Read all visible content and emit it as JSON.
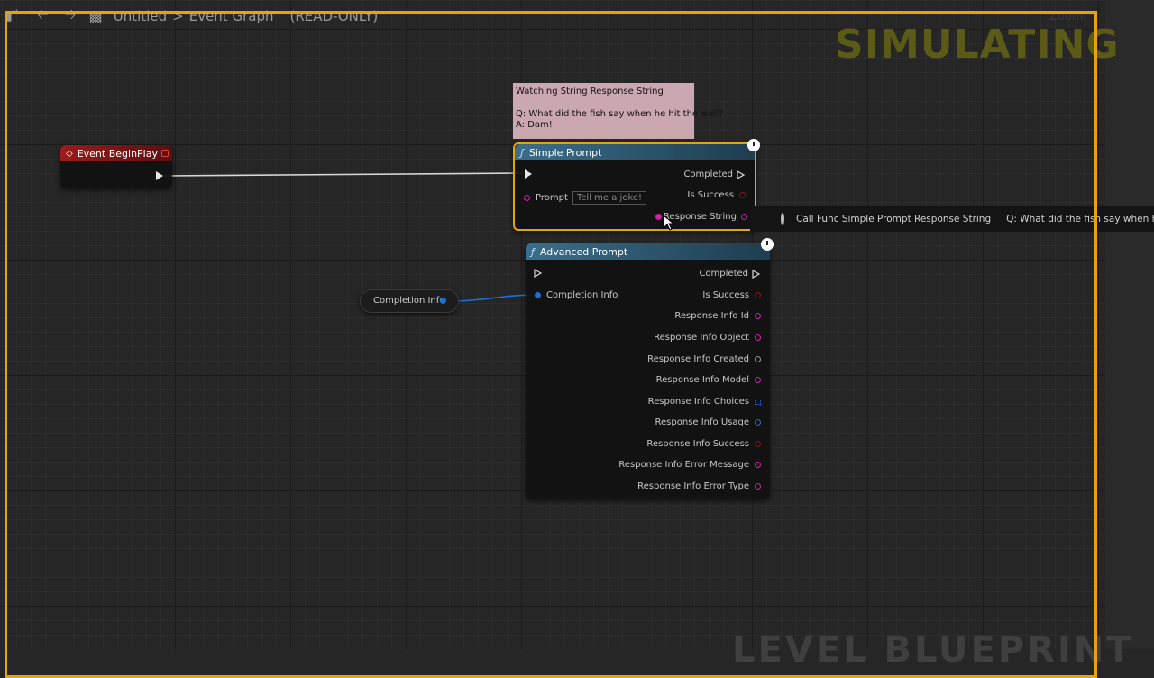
{
  "topbar": {
    "breadcrumb_root": "Untitled",
    "breadcrumb_separator": ">",
    "breadcrumb_graph": "Event Graph",
    "mode": "(READ-ONLY)"
  },
  "overlay": {
    "simulating": "SIMULATING",
    "zoom": "Zoom",
    "level_blueprint": "LEVEL BLUEPRINT"
  },
  "watch": {
    "title": "Watching String Response String",
    "question": "Q: What did the fish say when he hit the wall?",
    "answer": "A: Dam!"
  },
  "event_node": {
    "title": "Event BeginPlay"
  },
  "simple_prompt": {
    "title": "Simple Prompt",
    "outputs": [
      "Completed",
      "Is Success",
      "Response String"
    ],
    "input_label": "Prompt",
    "input_value": "Tell me a joke!"
  },
  "tooltip": {
    "label": "Call Func Simple Prompt Response String",
    "value": "Q: What did the fish say when he"
  },
  "advanced_prompt": {
    "title": "Advanced Prompt",
    "input_label": "Completion Info",
    "outputs": [
      "Completed",
      "Is Success",
      "Response Info Id",
      "Response Info Object",
      "Response Info Created",
      "Response Info Model",
      "Response Info Choices",
      "Response Info Usage",
      "Response Info Success",
      "Response Info Error Message",
      "Response Info Error Type"
    ]
  },
  "completion_var": {
    "label": "Completion Info"
  },
  "colors": {
    "sim_border": "#e8a20c",
    "event_header": "#8a1a1a",
    "func_header": "#2f5f7a",
    "string_pin": "#d11fa6",
    "bool_pin": "#8b1313",
    "struct_pin": "#1f6fd1"
  }
}
